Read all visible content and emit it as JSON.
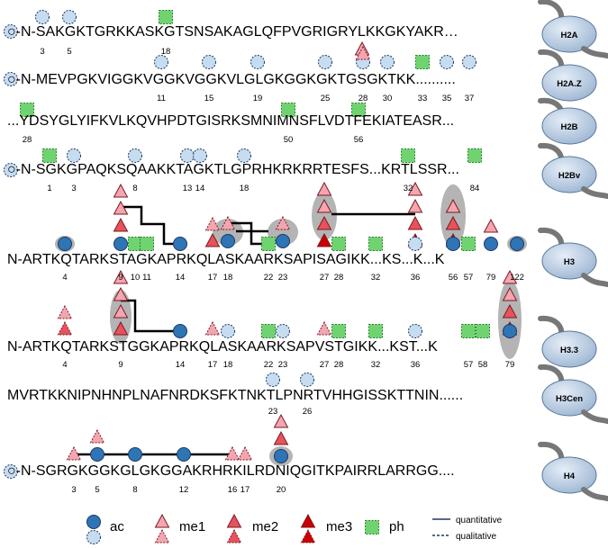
{
  "colors": {
    "ac": "#2e75b6",
    "ac_light": "#c6dcf1",
    "ac_stroke": "#1f3864",
    "me1": "#f4a6b0",
    "me2": "#e8525c",
    "me3": "#cc0000",
    "me_stroke": "#7a1a22",
    "ph": "#6fd46f",
    "ph_stroke": "#2e7d32",
    "highlight": "#b4b4b4",
    "link": "#000000",
    "cell_fill": "#bcd1e8",
    "cell_stroke": "#5a7899",
    "cell_body": "#777777"
  },
  "rows": [
    {
      "label": "H2A",
      "sequence": "○-N-SAKGKTGRKKASKGTSNSAKAGLQFPVGRIGRYLKKGKYAKR…",
      "numbers": [
        {
          "text": "3"
        },
        {
          "text": "5"
        },
        {
          "text": "18"
        }
      ],
      "marks": [
        {
          "type": "ac",
          "style": "qual"
        },
        {
          "type": "ac",
          "style": "qual"
        },
        {
          "type": "ph",
          "style": "qual"
        },
        {
          "type": "me1",
          "style": "solid"
        }
      ]
    },
    {
      "label": "H2A.Z",
      "sequence": "○-N-MEVPGKVIGGKVGGKVGGKVLGLGKGGKGKTGSGKTKK..........",
      "numbers": [
        {
          "text": "11"
        },
        {
          "text": "15"
        },
        {
          "text": "19"
        },
        {
          "text": "25"
        },
        {
          "text": "28"
        },
        {
          "text": "30"
        },
        {
          "text": "33"
        },
        {
          "text": "35"
        },
        {
          "text": "37"
        }
      ],
      "marks": []
    },
    {
      "label": "H2B",
      "sequence": "...YDSYGLYIFKVLKQVHPDTGISRKSMNIMNSFLVDTFEKIATEASR...",
      "numbers": [
        {
          "text": "28"
        },
        {
          "text": "50"
        },
        {
          "text": "56"
        }
      ],
      "marks": []
    },
    {
      "label": "H2Bv",
      "sequence": "○-N-SGKGPAQKSQAAKKTAGKTLGPRHKRKRRTESFS...KRTLSSR...",
      "numbers": [
        {
          "text": "1"
        },
        {
          "text": "3"
        },
        {
          "text": "8"
        },
        {
          "text": "13"
        },
        {
          "text": "14"
        },
        {
          "text": "18"
        },
        {
          "text": "32"
        },
        {
          "text": "84"
        }
      ],
      "marks": []
    },
    {
      "label": "H3",
      "sequence": "N-ARTKQTARKSTAGKAPRKQLASKAARKSAPISAGIKK...KS...K...K",
      "numbers": [
        {
          "text": "4"
        },
        {
          "text": "9"
        },
        {
          "text": "10"
        },
        {
          "text": "11"
        },
        {
          "text": "14"
        },
        {
          "text": "17"
        },
        {
          "text": "18"
        },
        {
          "text": "22"
        },
        {
          "text": "23"
        },
        {
          "text": "27"
        },
        {
          "text": "28"
        },
        {
          "text": "32"
        },
        {
          "text": "36"
        },
        {
          "text": "56"
        },
        {
          "text": "57"
        },
        {
          "text": "79"
        },
        {
          "text": "122"
        }
      ],
      "marks": []
    },
    {
      "label": "H3.3",
      "sequence": "N-ARTKQTARKSTGGKAPRKQLASKAARKSAPVSTGIKK...KST...K",
      "numbers": [
        {
          "text": "4"
        },
        {
          "text": "9"
        },
        {
          "text": "14"
        },
        {
          "text": "17"
        },
        {
          "text": "18"
        },
        {
          "text": "22"
        },
        {
          "text": "23"
        },
        {
          "text": "27"
        },
        {
          "text": "28"
        },
        {
          "text": "32"
        },
        {
          "text": "36"
        },
        {
          "text": "57"
        },
        {
          "text": "58"
        },
        {
          "text": "79"
        }
      ],
      "marks": []
    },
    {
      "label": "H3Cen",
      "sequence": "MVRTKKNIPNHNPLNAFNRDKSFKTNKTLPNRTVHHGISSKTTNIN......",
      "numbers": [
        {
          "text": "23"
        },
        {
          "text": "26"
        }
      ],
      "marks": []
    },
    {
      "label": "H4",
      "sequence": "○-N-SGRGKGGKGLGKGGAKRHRKILRDNIQGITKPAIRRLARRGG....",
      "numbers": [
        {
          "text": "3"
        },
        {
          "text": "5"
        },
        {
          "text": "8"
        },
        {
          "text": "12"
        },
        {
          "text": "16"
        },
        {
          "text": "17"
        },
        {
          "text": "20"
        }
      ],
      "marks": []
    }
  ],
  "legend": {
    "ac": "ac",
    "me1": "me1",
    "me2": "me2",
    "me3": "me3",
    "ph": "ph",
    "quantitative": "quantitative",
    "qualitative": "qualitative"
  }
}
